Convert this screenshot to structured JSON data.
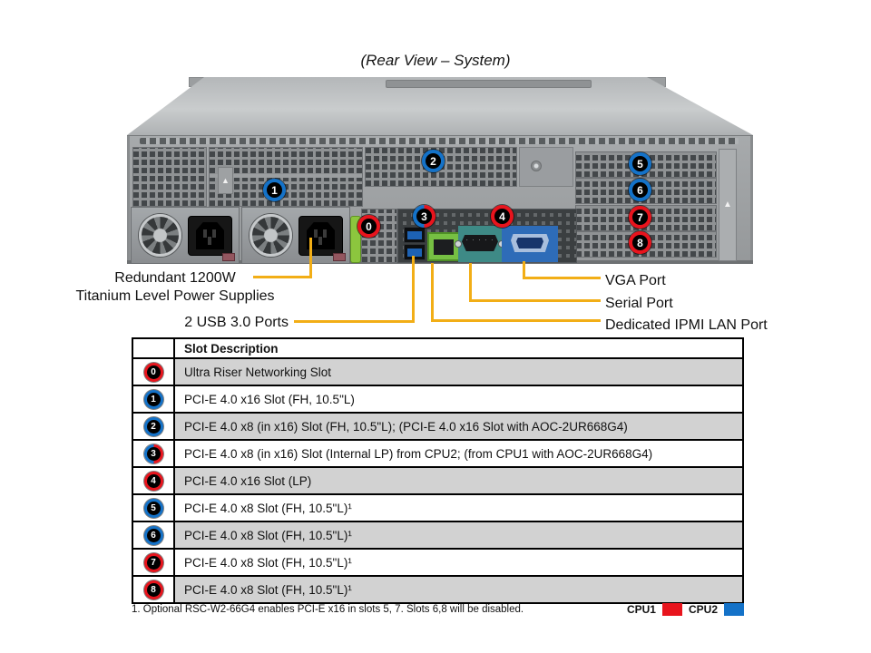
{
  "title": "(Rear View – System)",
  "colors": {
    "cpu1": "#e8141d",
    "cpu2": "#1472c8",
    "line": "#f2ae16",
    "row_gray": "#d2d2d2"
  },
  "callouts": [
    {
      "num": "0",
      "cpu": "CPU1"
    },
    {
      "num": "1",
      "cpu": "CPU2"
    },
    {
      "num": "2",
      "cpu": "CPU2"
    },
    {
      "num": "3",
      "cpu": "CPU1+CPU2"
    },
    {
      "num": "4",
      "cpu": "CPU1"
    },
    {
      "num": "5",
      "cpu": "CPU2"
    },
    {
      "num": "6",
      "cpu": "CPU2"
    },
    {
      "num": "7",
      "cpu": "CPU1"
    },
    {
      "num": "8",
      "cpu": "CPU1"
    }
  ],
  "port_labels": {
    "psu_line1": "Redundant 1200W",
    "psu_line2": "Titanium Level Power Supplies",
    "usb": "2 USB 3.0 Ports",
    "vga": "VGA Port",
    "serial": "Serial Port",
    "ipmi": "Dedicated IPMI LAN Port"
  },
  "table": {
    "header": "Slot Description",
    "rows": [
      {
        "num": "0",
        "cpu": "CPU1",
        "desc": "Ultra Riser Networking Slot"
      },
      {
        "num": "1",
        "cpu": "CPU2",
        "desc": "PCI-E 4.0 x16 Slot (FH, 10.5\"L)"
      },
      {
        "num": "2",
        "cpu": "CPU2",
        "desc": "PCI-E 4.0 x8 (in x16) Slot (FH, 10.5\"L); (PCI-E 4.0 x16 Slot with AOC-2UR668G4)"
      },
      {
        "num": "3",
        "cpu": "CPU1+CPU2",
        "desc": "PCI-E 4.0 x8 (in x16) Slot (Internal LP) from CPU2; (from CPU1 with AOC-2UR668G4)"
      },
      {
        "num": "4",
        "cpu": "CPU1",
        "desc": "PCI-E 4.0 x16 Slot (LP)"
      },
      {
        "num": "5",
        "cpu": "CPU2",
        "desc": "PCI-E 4.0 x8 Slot (FH, 10.5\"L)¹"
      },
      {
        "num": "6",
        "cpu": "CPU2",
        "desc": "PCI-E 4.0 x8 Slot (FH, 10.5\"L)¹"
      },
      {
        "num": "7",
        "cpu": "CPU1",
        "desc": "PCI-E 4.0 x8 Slot (FH, 10.5\"L)¹"
      },
      {
        "num": "8",
        "cpu": "CPU1",
        "desc": "PCI-E 4.0 x8 Slot (FH, 10.5\"L)¹"
      }
    ]
  },
  "footnote": "1. Optional RSC-W2-66G4 enables PCI-E x16 in slots 5, 7.  Slots 6,8 will be disabled.",
  "legend": [
    {
      "label": "CPU1",
      "color": "#e8141d"
    },
    {
      "label": "CPU2",
      "color": "#1472c8"
    }
  ]
}
